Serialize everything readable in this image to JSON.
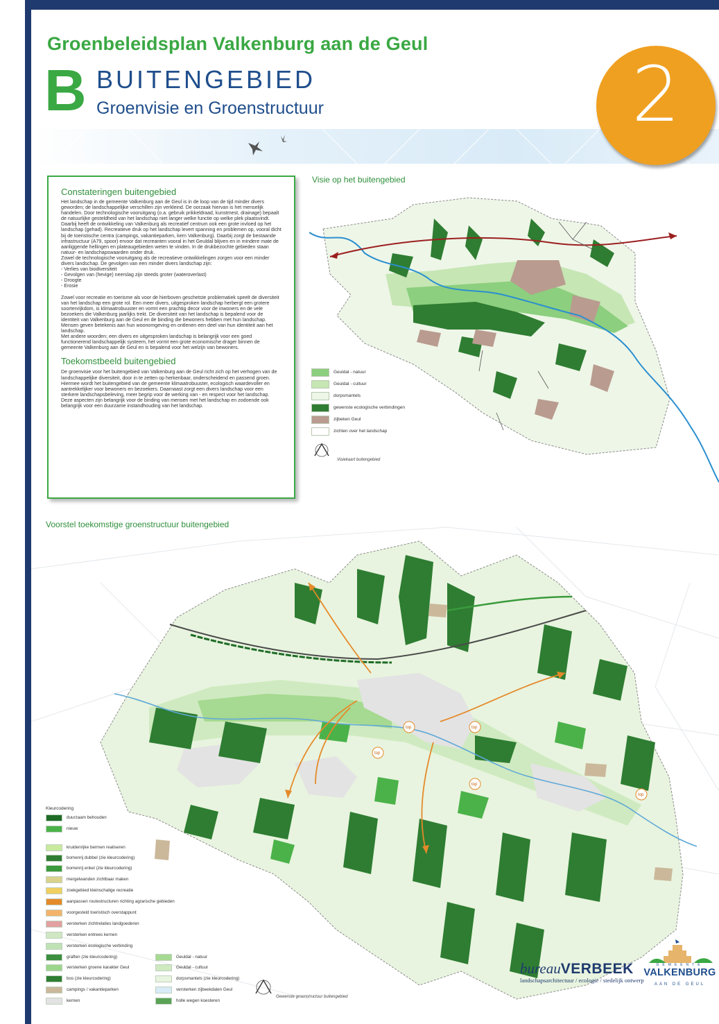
{
  "header": {
    "title": "Groenbeleidsplan Valkenburg aan de Geul",
    "letter": "B",
    "section_title": "BUITENGEBIED",
    "section_subtitle": "Groenvisie en Groenstructuur",
    "badge_number": "2"
  },
  "textbox": {
    "heading1": "Constateringen buitengebied",
    "para1": "Het landschap in de gemeente Valkenburg aan de Geul is in de loop van de tijd minder divers geworden; de landschappelijke verschillen zijn verkleind. De oorzaak hiervan is het menselijk handelen. Door technologische vooruitgang (o.a. gebruik prikkeldraad, kunstmest, drainage) bepaalt de natuurlijke gesteldheid van het landschap niet langer welke functie op welke plek plaatsvindt.\nDaarbij heeft de ontwikkeling van Valkenburg als recreatief centrum ook een grote invloed op het landschap (gehad). Recreatieve druk op het landschap levert spanning en problemen op, vooral dicht bij de toeristische centra (campings, vakantieparken, kern Valkenburg). Daarbij zorgt de bestaande infrastructuur (A79, spoor) ervoor dat recreanten vooral in het Geuldal blijven en in mindere mate de aanliggende hellingen en plateaugebieden weten te vinden. In de drukbezochte gebieden staan natuur- en landschapswaarden onder druk.\nZowel de technologische vooruitgang als de recreatieve ontwikkelingen zorgen voor een minder divers landschap. De gevolgen van een minder divers landschap zijn:\n-  Verlies van biodiversiteit\n-  Gevolgen van (hevige) neerslag zijn steeds groter (wateroverlast)\n-  Droogte\n-  Erosie",
    "para2": "Zowel voor recreatie en toerisme als voor de hierboven geschetste problematiek speelt de diversiteit van het landschap een grote rol. Een meer divers, uitgesproken landschap herbergt een grotere soortenrijkdom, is klimaatrobuuster en vormt een prachtig decor voor de inwoners en de vele bezoekers die Valkenburg jaarlijks trekt. De diversiteit van het landschap is bepalend voor de identiteit van Valkenburg aan de Geul en de binding die bewoners hebben met hun landschap. Mensen geven betekenis aan hun woonomgeving en ontlenen een deel van hun identiteit aan het landschap.\nMet andere woorden; een divers en uitgesproken landschap is belangrijk voor een goed functionerend landschappelijk systeem, het vormt een grote economische drager binnen de gemeente Valkenburg aan de Geul en is bepalend voor het welzijn van bewoners.",
    "heading2": "Toekomstbeeld buitengebied",
    "para3": "De groenvisie voor het buitengebied van Valkenburg aan de Geul richt zich op het verhogen van de landschappelijke diversiteit, door in te zetten op herkenbaar, onderscheidend en passend groen. Hiermee wordt het buitengebied van de gemeente klimaatrobuuster, ecologisch waardevoller en aantrekkelijker voor bewoners en bezoekers. Daarnaast zorgt een divers landschap voor een sterkere landschapsbeleving, meer begrip voor de werking van - en respect voor het landschap. Deze aspecten zijn belangrijk voor de binding van mensen met het landschap en zodoende ook belangrijk voor een duurzame instandhouding van het landschap."
  },
  "top_map": {
    "label": "Visie op het buitengebied",
    "caption": "Visiekaart buitengebied",
    "legend": [
      {
        "label": "Geuldal - natuur",
        "color": "#8ccf7e"
      },
      {
        "label": "Geuldal - cultuur",
        "color": "#c6e6b4"
      },
      {
        "label": "dorpsmantels",
        "color": "#eef6e8"
      },
      {
        "label": "gewenste ecologische verbindingen",
        "color": "#2f7d32"
      },
      {
        "label": "zijbeken Geul",
        "color": "#b99c8f"
      },
      {
        "label": "zichten over het landschap",
        "color": "#ffffff"
      }
    ]
  },
  "bottom_map": {
    "label": "Voorstel toekomstige groenstructuur buitengebied",
    "caption": "Gewenste groenstructuur buitengebied",
    "legend_title": "Kleurcodering",
    "legend_left": [
      {
        "label": "duurzaam behouden",
        "color": "#1e6b26"
      },
      {
        "label": "nieuw",
        "color": "#4bb24a"
      },
      {
        "label": "kruidenrijke bermen realiseren",
        "color": "#c9ea9e"
      },
      {
        "label": "bomenrij dubbel (zie kleurcodering)",
        "color": "#2f7d32"
      },
      {
        "label": "bomenrij enkel (zie kleurcodering)",
        "color": "#3a9a3c"
      },
      {
        "label": "mergelwanden zichtbaar maken",
        "color": "#d9d38c"
      },
      {
        "label": "zoekgebied kleinschalige recreatie",
        "color": "#f0d060"
      },
      {
        "label": "aanpassen routestructuren richting agrarische gebieden",
        "color": "#e58a2a"
      },
      {
        "label": "voorgesteld toeristisch overstappunt",
        "color": "#f4b36b"
      },
      {
        "label": "versterken zichtrelaties landgoederen",
        "color": "#e2a0a0"
      },
      {
        "label": "versterken entrees kernen",
        "color": "#cfe8c3"
      },
      {
        "label": "versterken ecologische verbinding",
        "color": "#bfe2b5"
      },
      {
        "label": "graften (zie kleurcodering)",
        "color": "#3b8f3e"
      },
      {
        "label": "versterken groene karakter Geul",
        "color": "#9cd68c"
      },
      {
        "label": "bos (zie kleurcodering)",
        "color": "#2e7d32"
      },
      {
        "label": "campings / vakantieparken",
        "color": "#cbb89a"
      },
      {
        "label": "kernen",
        "color": "#e3e3e3"
      }
    ],
    "legend_right": [
      {
        "label": "Geuldal - natuur",
        "color": "#a6d991"
      },
      {
        "label": "Geuldal - cultuur",
        "color": "#cfeac0"
      },
      {
        "label": "dorpsmantels (zie kleurcodering)",
        "color": "#e8f4df"
      },
      {
        "label": "versterken zijbeekdalen Geul",
        "color": "#d7ecf7"
      },
      {
        "label": "holle wegen koesteren",
        "color": "#5aa357"
      }
    ]
  },
  "branding": {
    "bureau_italic": "bureau",
    "bureau_bold": "VERBEEK",
    "bureau_tagline": "landschapsarchitectuur / ecologie / stedelijk ontwerp",
    "gemeente_small": "GEMEENTE",
    "gemeente_name": "VALKENBURG",
    "gemeente_geul": "AAN DE GEUL"
  },
  "colors": {
    "brand_green": "#3aa843",
    "brand_blue": "#1f4e8c",
    "frame_navy": "#1f3a6e",
    "badge_orange": "#f0a020"
  }
}
